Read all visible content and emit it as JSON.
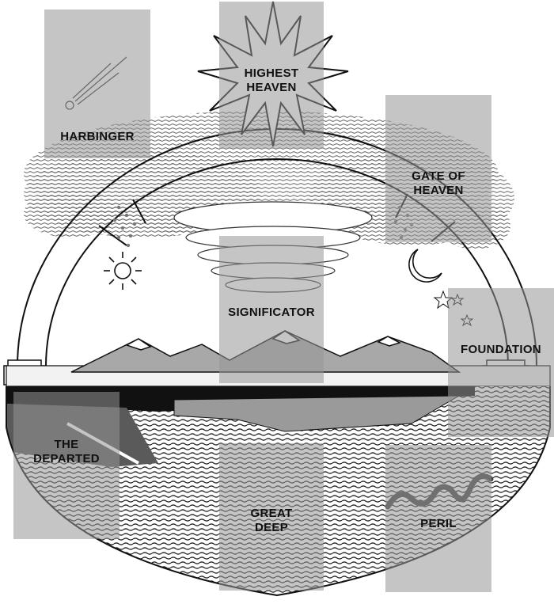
{
  "labels": {
    "harbinger": "HARBINGER",
    "highest_heaven": "HIGHEST\nHEAVEN",
    "gate_of_heaven": "GATE OF\nHEAVEN",
    "significator": "SIGNIFICATOR",
    "foundation": "FOUNDATION",
    "the_departed": "THE\nDEPARTED",
    "great_deep": "GREAT\nDEEP",
    "peril": "PERIL"
  }
}
